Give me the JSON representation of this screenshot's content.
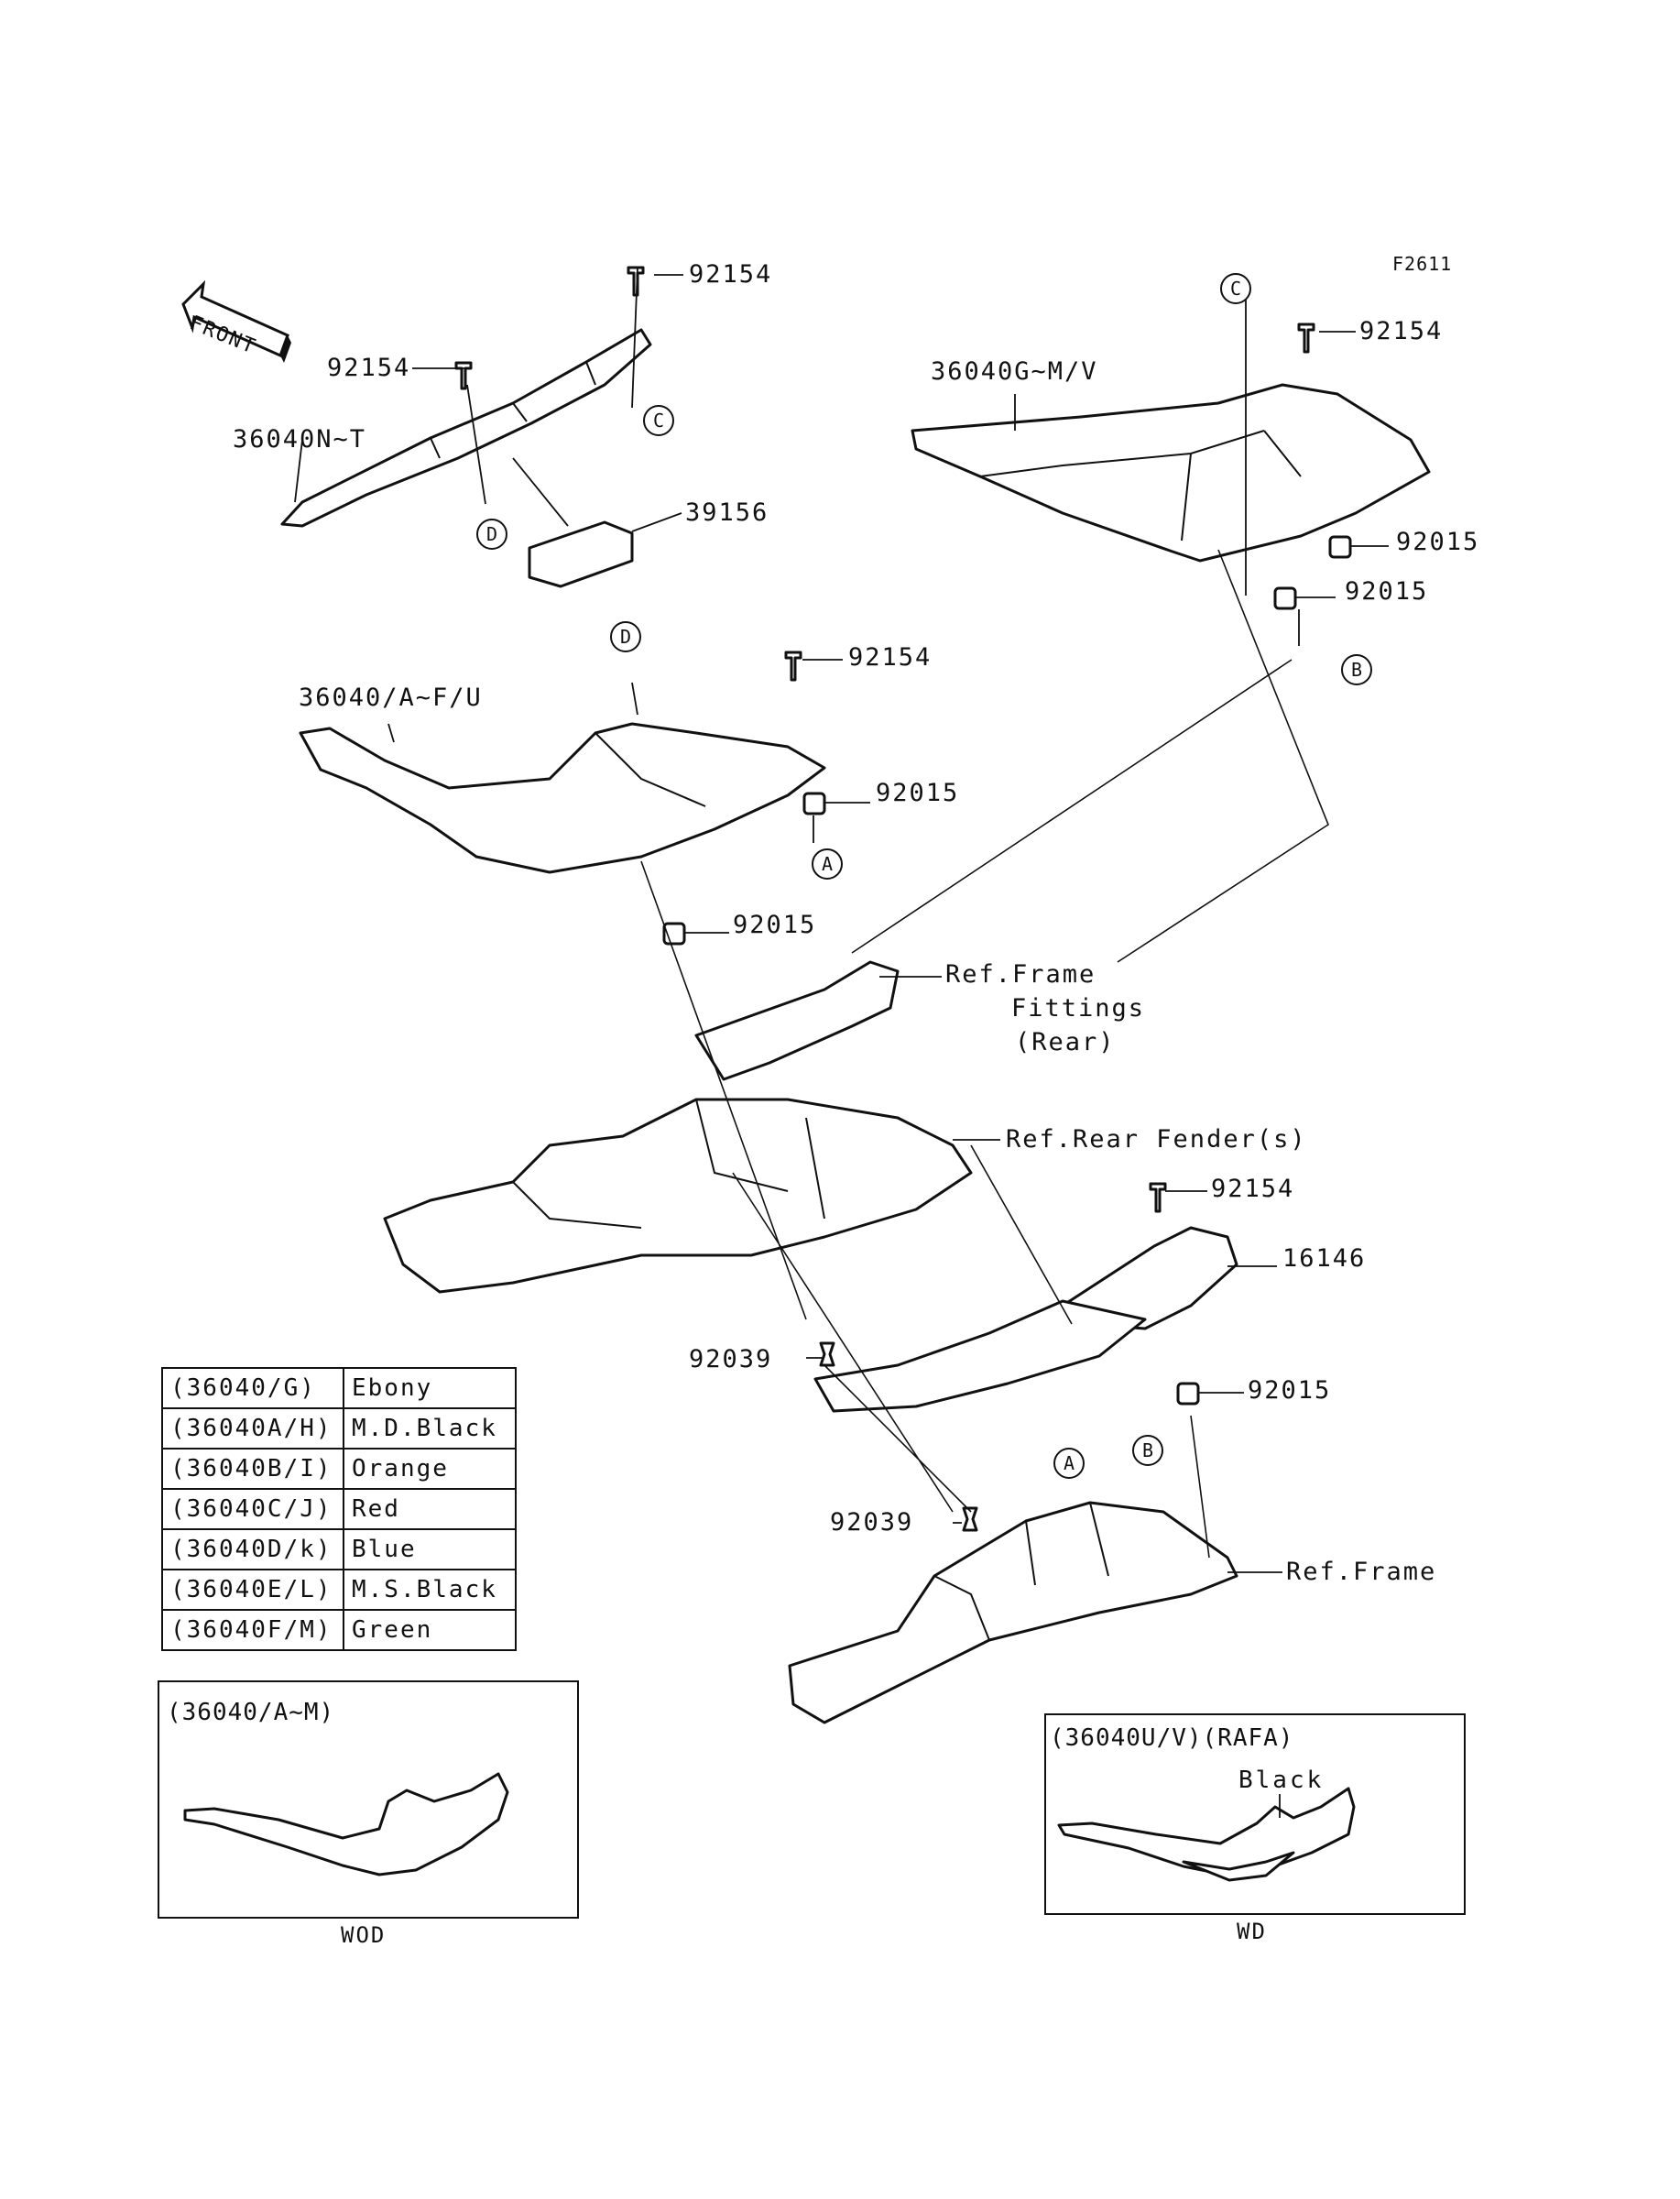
{
  "diagram_code": "F2611",
  "front_label": "FRONT",
  "labels": {
    "p92154_top": "92154",
    "p92154_left": "92154",
    "p36040NT": "36040N~T",
    "p39156": "39156",
    "p36040GMV": "36040G~M/V",
    "p92154_right": "92154",
    "p92015_r1": "92015",
    "p92015_r2": "92015",
    "p36040AFU": "36040/A~F/U",
    "p92154_mid": "92154",
    "p92015_m1": "92015",
    "p92015_m2": "92015",
    "ref_frame_fittings": "Ref.Frame",
    "ref_frame_fittings2": "Fittings",
    "ref_frame_fittings3": "(Rear)",
    "ref_rear_fender": "Ref.Rear Fender(s)",
    "p92154_low": "92154",
    "p16146": "16146",
    "p92039_a": "92039",
    "p92015_low": "92015",
    "p92039_b": "92039",
    "ref_frame": "Ref.Frame"
  },
  "callouts": {
    "c_left": "C",
    "d_left": "D",
    "c_right": "C",
    "b_right": "B",
    "d_mid": "D",
    "a_mid": "A",
    "a_low": "A",
    "b_low": "B"
  },
  "color_table": [
    {
      "code": "(36040/G)",
      "color": "Ebony"
    },
    {
      "code": "(36040A/H)",
      "color": "M.D.Black"
    },
    {
      "code": "(36040B/I)",
      "color": "Orange"
    },
    {
      "code": "(36040C/J)",
      "color": "Red"
    },
    {
      "code": "(36040D/k)",
      "color": "Blue"
    },
    {
      "code": "(36040E/L)",
      "color": "M.S.Black"
    },
    {
      "code": "(36040F/M)",
      "color": "Green"
    }
  ],
  "inset_left": {
    "title": "(36040/A~M)",
    "caption": "WOD"
  },
  "inset_right": {
    "title": "(36040U/V)(RAFA)",
    "sublabel": "Black",
    "caption": "WD"
  }
}
